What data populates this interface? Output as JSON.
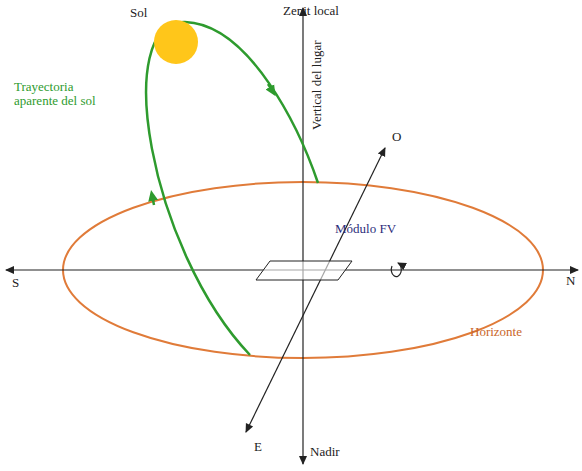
{
  "diagram": {
    "labels": [
      "Sol",
      "Zenit local",
      "Vertical del lugar",
      "Trayectoria aparente del sol",
      "O",
      "Módulo FV",
      "S",
      "N",
      "Horizonte",
      "E",
      "Nadir"
    ]
  }
}
